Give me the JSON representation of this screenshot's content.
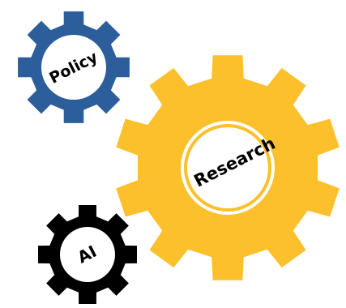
{
  "gears": [
    {
      "id": "policy",
      "label": "Policy",
      "color": "#2c5e9c",
      "center_color": "#ffffff",
      "label_color": "#000000"
    },
    {
      "id": "research",
      "label": "Research",
      "color": "#fcc02c",
      "center_color": "#ffffff",
      "ring_color": "#fcc02c",
      "label_color": "#000000"
    },
    {
      "id": "ai",
      "label": "AI",
      "color": "#000000",
      "center_color": "#ffffff",
      "label_color": "#000000"
    }
  ]
}
